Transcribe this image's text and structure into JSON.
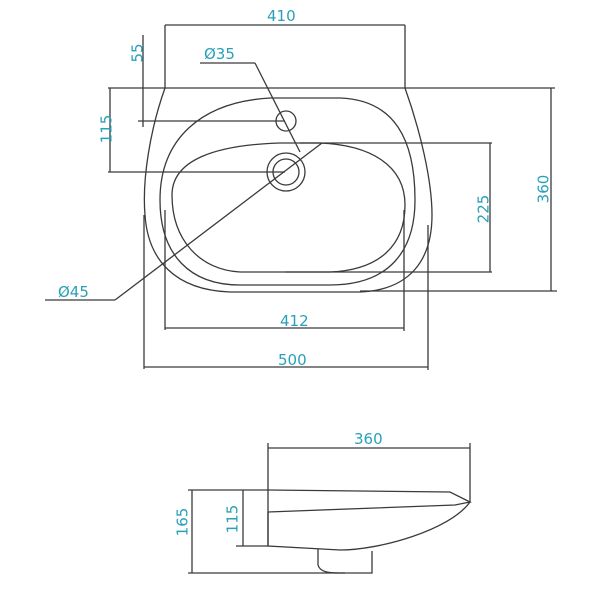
{
  "drawing": {
    "subject": "Washbasin technical drawing",
    "text_color": "#2aa0b8",
    "line_color": "#3a3a3a",
    "top_view": {
      "dimensions": {
        "back_width": "410",
        "tap_hole_offset": "55",
        "tap_hole_diameter": "Ø35",
        "drain_offset": "115",
        "drain_diameter": "Ø45",
        "bowl_depth": "225",
        "total_depth": "360",
        "bowl_width": "412",
        "total_width": "500"
      }
    },
    "side_view": {
      "dimensions": {
        "depth": "360",
        "bowl_height": "115",
        "total_height": "165"
      }
    }
  }
}
